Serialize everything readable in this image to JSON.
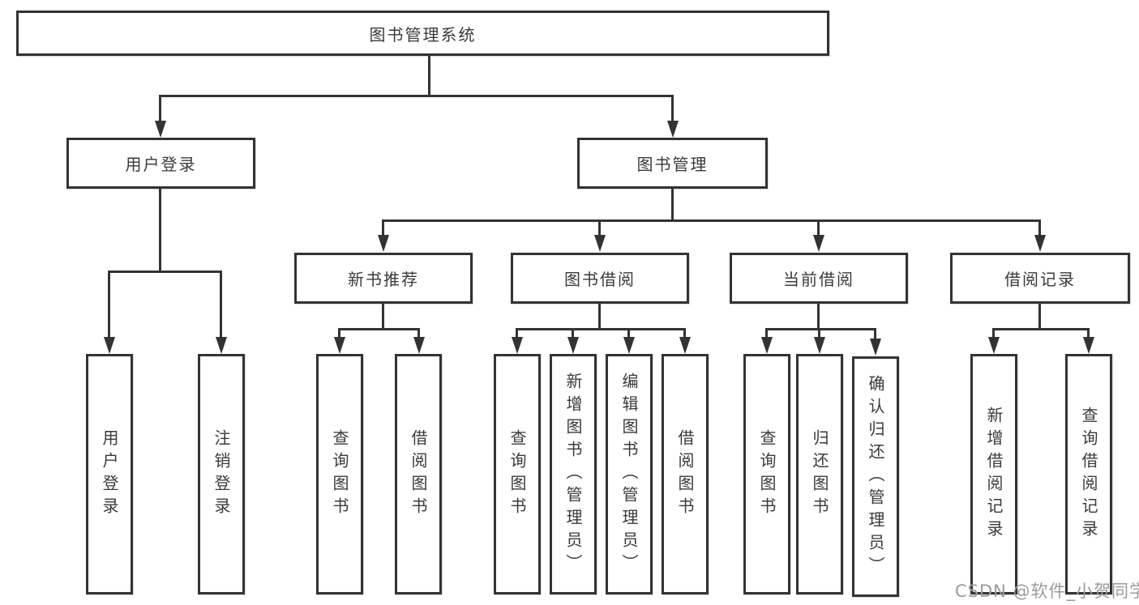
{
  "tree": {
    "root": {
      "label": "图书管理系统"
    },
    "branches": [
      {
        "label": "用户登录",
        "leaves": [
          {
            "label": "用户登录"
          },
          {
            "label": "注销登录"
          }
        ]
      },
      {
        "label": "图书管理",
        "groups": [
          {
            "label": "新书推荐",
            "leaves": [
              {
                "label": "查询图书"
              },
              {
                "label": "借阅图书"
              }
            ]
          },
          {
            "label": "图书借阅",
            "leaves": [
              {
                "label": "查询图书"
              },
              {
                "label": "新增图书（管理员）"
              },
              {
                "label": "编辑图书（管理员）"
              },
              {
                "label": "借阅图书"
              }
            ]
          },
          {
            "label": "当前借阅",
            "leaves": [
              {
                "label": "查询图书"
              },
              {
                "label": "归还图书"
              },
              {
                "label": "确认归还（管理员）"
              }
            ]
          },
          {
            "label": "借阅记录",
            "leaves": [
              {
                "label": "新增借阅记录"
              },
              {
                "label": "查询借阅记录"
              }
            ]
          }
        ]
      }
    ]
  },
  "watermark": {
    "text": "CSDN @软件_小贺同学"
  },
  "colors": {
    "line": "#333333",
    "text": "#3a3a3a",
    "background": "#ffffff",
    "watermark": "#9b9b9b"
  }
}
